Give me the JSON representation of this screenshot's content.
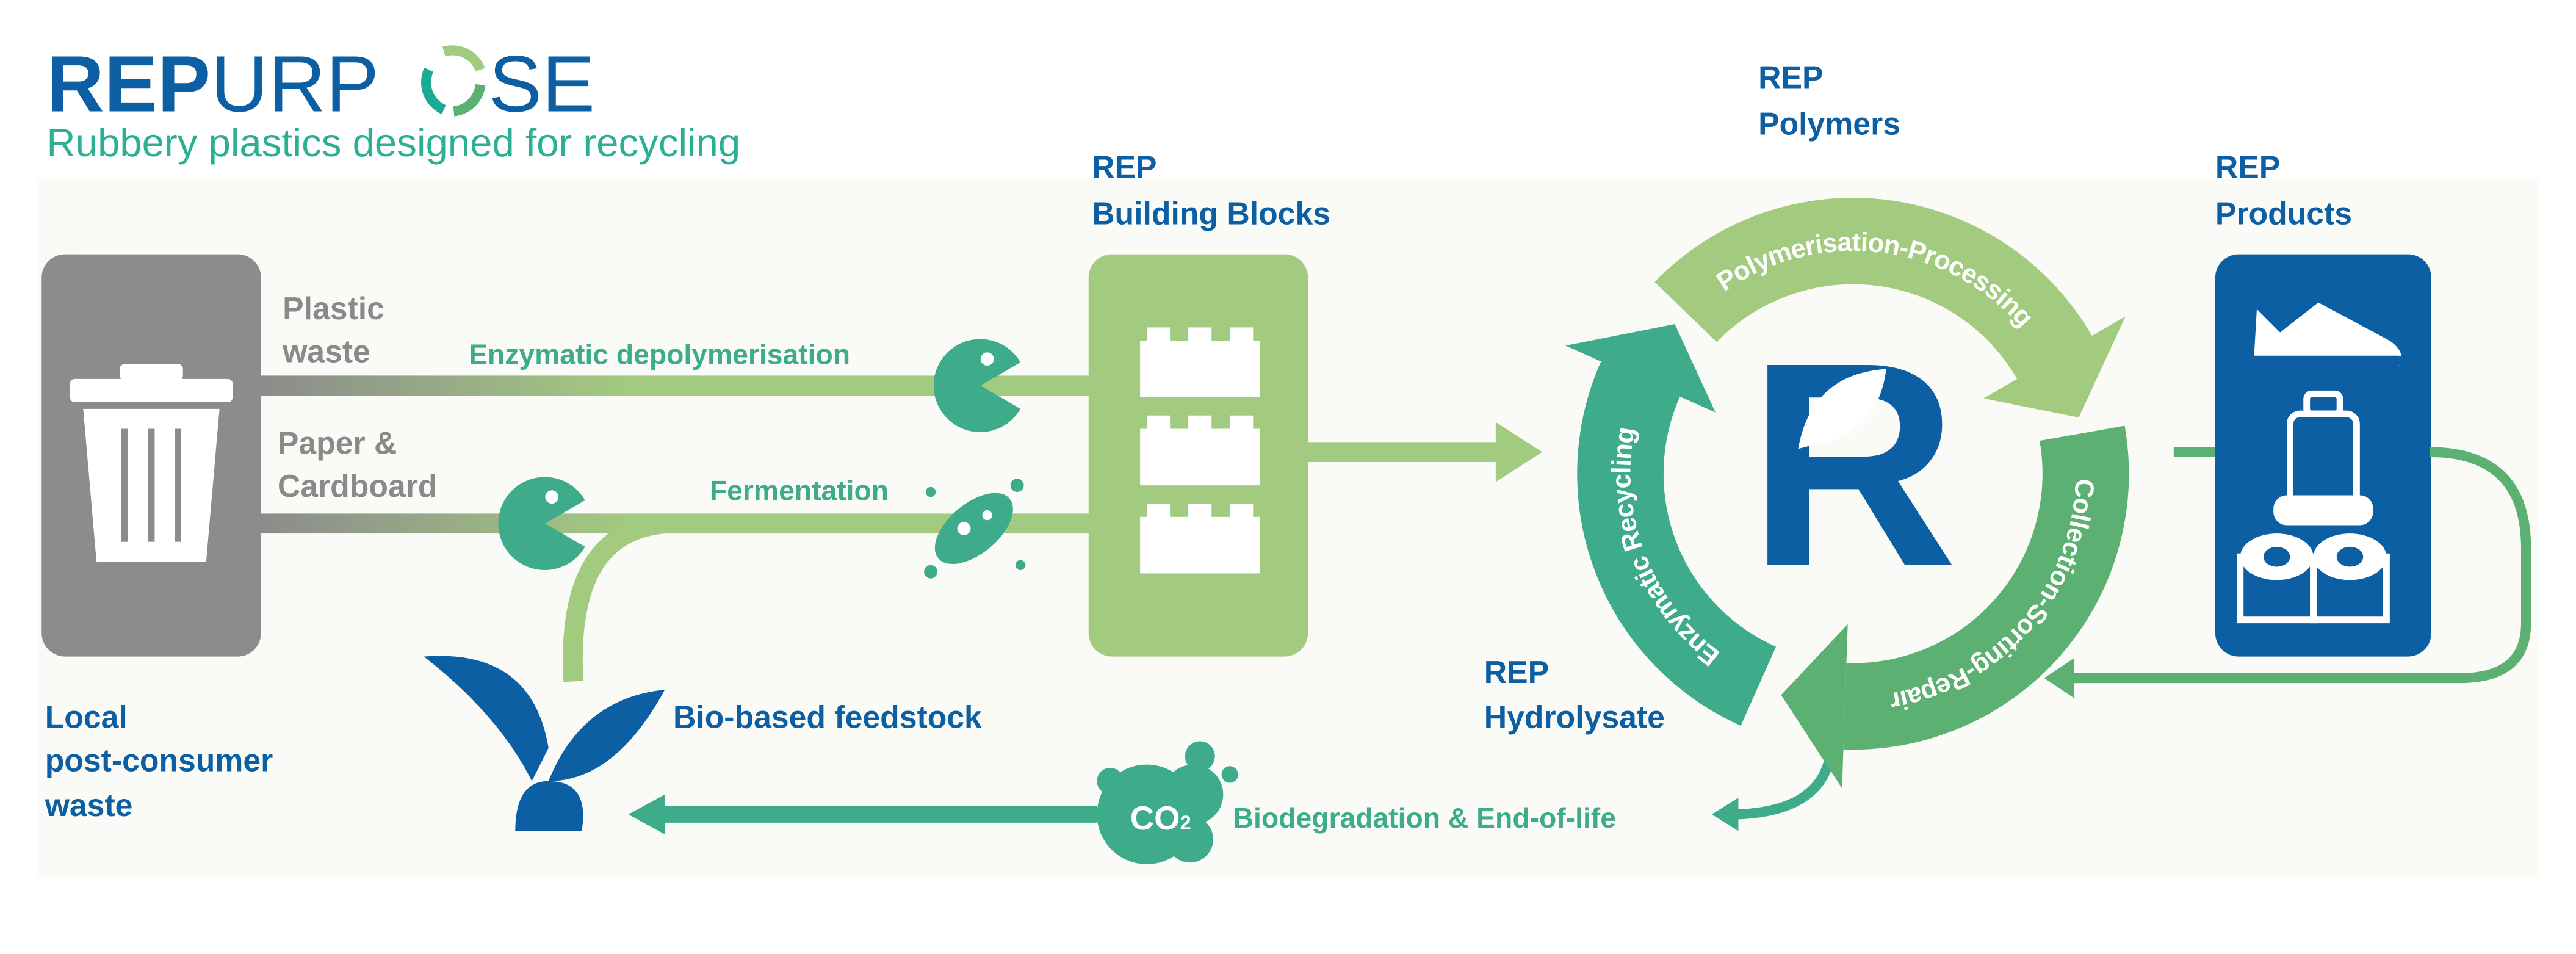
{
  "logo": {
    "bold": "REP",
    "light_a": "URP",
    "light_b": "SE",
    "tagline": "Rubbery plastics designed for recycling"
  },
  "colors": {
    "blue": "#0d5fa3",
    "light_green": "#a3cb80",
    "teal": "#3eab8b",
    "green": "#5bb072",
    "gray": "#8c8c8c"
  },
  "sources": {
    "plastic": [
      "Plastic",
      "waste"
    ],
    "paper": [
      "Paper &",
      "Cardboard"
    ],
    "local": [
      "Local",
      "post-consumer",
      "waste"
    ],
    "bio": "Bio-based feedstock"
  },
  "processes": {
    "enzymatic_depolymerisation": "Enzymatic depolymerisation",
    "fermentation": "Fermentation",
    "biodegradation": "Biodegradation & End-of-life",
    "co2": "CO",
    "co2_sub": "2"
  },
  "stages": {
    "building_blocks": [
      "REP",
      "Building Blocks"
    ],
    "polymers": [
      "REP",
      "Polymers"
    ],
    "products": [
      "REP",
      "Products"
    ],
    "hydrolysate": [
      "REP",
      "Hydrolysate"
    ]
  },
  "cycle": {
    "center_letter": "R",
    "arcs": [
      {
        "label": "Polymerisation-Processing",
        "color": "#a3cb80"
      },
      {
        "label": "Collection-Sorting-Repair",
        "color": "#5bb072"
      },
      {
        "label": "Enzymatic Recycling",
        "color": "#3eab8b"
      }
    ]
  },
  "product_icons": [
    "shoe-icon",
    "car-seat-icon",
    "tape-rolls-icon"
  ]
}
